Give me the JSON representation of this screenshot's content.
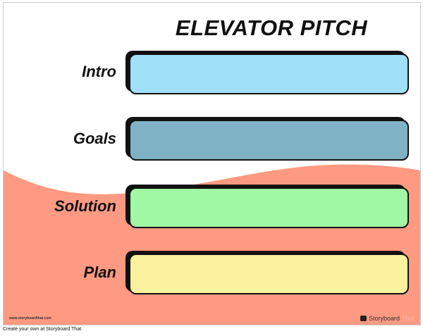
{
  "title": "ELEVATOR PITCH",
  "rows": [
    {
      "label": "Intro",
      "color": "#A0E0F8"
    },
    {
      "label": "Goals",
      "color": "#7FB2C4"
    },
    {
      "label": "Solution",
      "color": "#A0F8A4"
    },
    {
      "label": "Plan",
      "color": "#FCF19C"
    }
  ],
  "watermark": "www.storyboardthat.com",
  "logo": {
    "name": "Storyboard",
    "suffix": "That"
  },
  "footer": "Create your own at Storyboard That",
  "colors": {
    "wave": "#FF9A82"
  }
}
